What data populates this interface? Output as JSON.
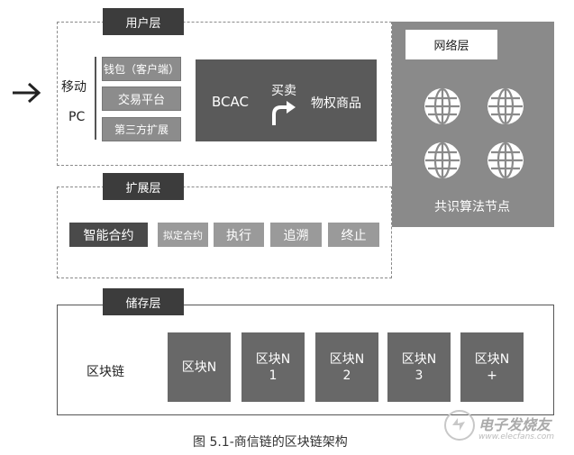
{
  "user_layer": {
    "tag": "用户层",
    "side_labels": {
      "mobile": "移动",
      "pc": "PC"
    },
    "boxes": {
      "wallet": "钱包（客户端）",
      "trade": "交易平台",
      "third_party": "第三方扩展"
    },
    "bcac": {
      "left": "BCAC",
      "action": "买卖",
      "right": "物权商品"
    }
  },
  "network_layer": {
    "title": "网络层",
    "consensus": "共识算法节点",
    "icons": [
      "globe-icon",
      "globe-icon",
      "globe-icon",
      "globe-icon"
    ]
  },
  "extension_layer": {
    "tag": "扩展层",
    "boxes": {
      "smart": "智能合约",
      "set": "拟定合约",
      "exec": "执行",
      "trace": "追溯",
      "end": "终止"
    }
  },
  "storage_layer": {
    "tag": "储存层",
    "chain_label": "区块链",
    "blocks": [
      {
        "line1": "区块N",
        "line2": ""
      },
      {
        "line1": "区块N",
        "line2": "1"
      },
      {
        "line1": "区块N",
        "line2": "2"
      },
      {
        "line1": "区块N",
        "line2": "3"
      },
      {
        "line1": "区块N",
        "line2": "+"
      }
    ]
  },
  "caption": "图 5.1-商信链的区块链架构",
  "watermark": {
    "text": "电子发烧友",
    "url": "www.elecfans.com"
  },
  "colors": {
    "dark": "#3c3c3c",
    "mid": "#686868",
    "light": "#9a9a9a",
    "network": "#8a8a8a"
  }
}
